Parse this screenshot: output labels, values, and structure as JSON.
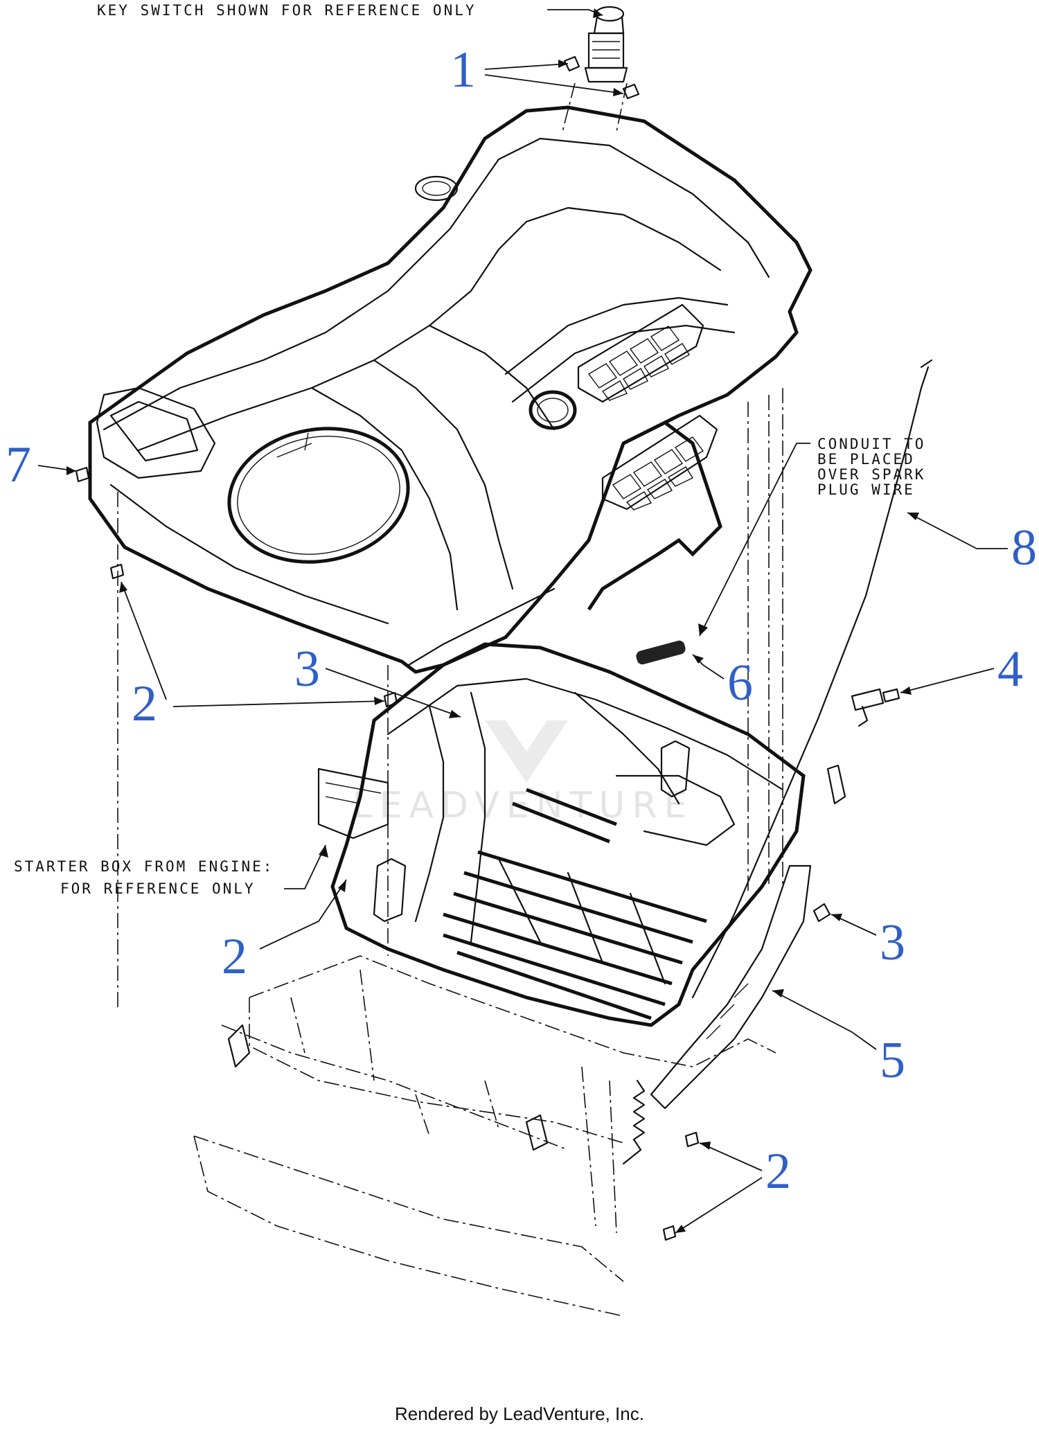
{
  "notes": {
    "key_switch": "KEY SWITCH SHOWN FOR REFERENCE ONLY",
    "conduit_line1": "CONDUIT TO",
    "conduit_line2": "BE PLACED",
    "conduit_line3": "OVER SPARK",
    "conduit_line4": "PLUG WIRE",
    "starter_line1": "STARTER BOX FROM ENGINE:",
    "starter_line2": "FOR REFERENCE ONLY"
  },
  "callouts": {
    "c1": "1",
    "c2a": "2",
    "c2b": "2",
    "c2c": "2",
    "c3a": "3",
    "c3b": "3",
    "c4": "4",
    "c5": "5",
    "c6": "6",
    "c7": "7",
    "c8": "8"
  },
  "watermark": "LEADVENTURE",
  "footer": "Rendered by LeadVenture, Inc.",
  "colors": {
    "callout": "#2f5fc7",
    "line": "#111111",
    "background": "#ffffff"
  }
}
